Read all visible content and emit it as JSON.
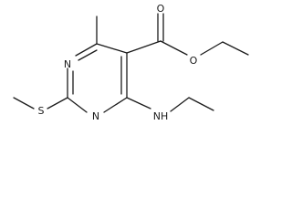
{
  "molecule": {
    "atoms": {
      "ring_n_top": "N",
      "ring_n_bottom": "N",
      "sulfur": "S",
      "ester_o_carbonyl": "O",
      "ester_o_ether": "O",
      "amine_nh": "NH"
    },
    "colors": {
      "bond": "#1a1a1a",
      "label": "#1a1a1a",
      "background": "#ffffff"
    }
  }
}
